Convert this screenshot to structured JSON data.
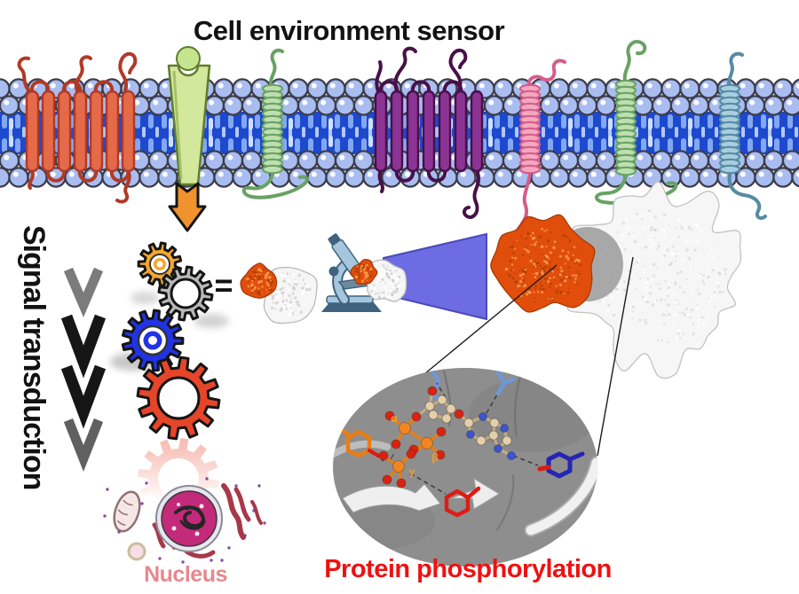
{
  "title": "Cell environment sensor",
  "labels": {
    "signal_transduction": "Signal transduction",
    "equals": "=",
    "nucleus": "Nucleus",
    "protein_phosphorylation": "Protein phosphorylation",
    "alpha": "α",
    "beta": "β",
    "gamma": "γ"
  },
  "colors": {
    "membrane-head": "#a9bdf1",
    "membrane-head-stroke": "#3d3d4a",
    "membrane-core": "#1d49cf",
    "tail-light": "#8fb3f5",
    "tail-pale": "#d9e9ff",
    "gpcr": "#e56a4a",
    "gpcr-stroke": "#b03a26",
    "sensor": "#d3e89c",
    "sensor-stroke": "#607d2c",
    "sensor-ball": "#c4e490",
    "coil-green": "#bfdfb0",
    "coil-green-stroke": "#68a264",
    "helix-purple": "#8c3494",
    "helix-purple-stroke": "#471048",
    "coil-pink": "#f2a9bf",
    "coil-pink-stroke": "#d75c8b",
    "coil-blue": "#a9cde0",
    "coil-blue-stroke": "#568ba3",
    "arrow-orange": "#f0922e",
    "chevron-gray": "#7b7b7b",
    "chevron-black": "#161616",
    "chevron-dark": "#606060",
    "gear-orange": "#f5a62e",
    "gear-gray": "#b9b9b9",
    "gear-blue": "#2133e5",
    "gear-red": "#e7452a",
    "beam": "#6e6ce2",
    "beam-stroke": "#4b49bb",
    "protein-orange": "#e14e0b",
    "protein-white": "#f6f6f6",
    "pocket-gray": "#a0a0a0",
    "oval-gray": "#8e8e8e",
    "atp-p": "#ef8622",
    "atp-o": "#d92312",
    "atp-c": "#e5cfab",
    "atp-n": "#3c55cf",
    "stick-tan": "#c7ab80",
    "stick-orange": "#e57d1a",
    "res-orange": "#ea7d16",
    "res-red": "#dc1d14",
    "res-blue": "#6f97da",
    "res-darkblue": "#2525b5",
    "nucleus-fill": "#c42a7a",
    "nucleus-ring": "#e9e6f0",
    "er-red": "#a83848",
    "mito-fill": "#f7e6e6",
    "mito-stroke": "#8f7373",
    "dot-purple": "#7c3f8f",
    "text-black": "#121212",
    "text-red": "#ee1111",
    "text-nucleus": "#e8878d",
    "greek-orange": "#f6a02c",
    "micro-body": "#a6c6dd",
    "micro-dark": "#3f637e",
    "micro-mid": "#6d8ba0"
  }
}
